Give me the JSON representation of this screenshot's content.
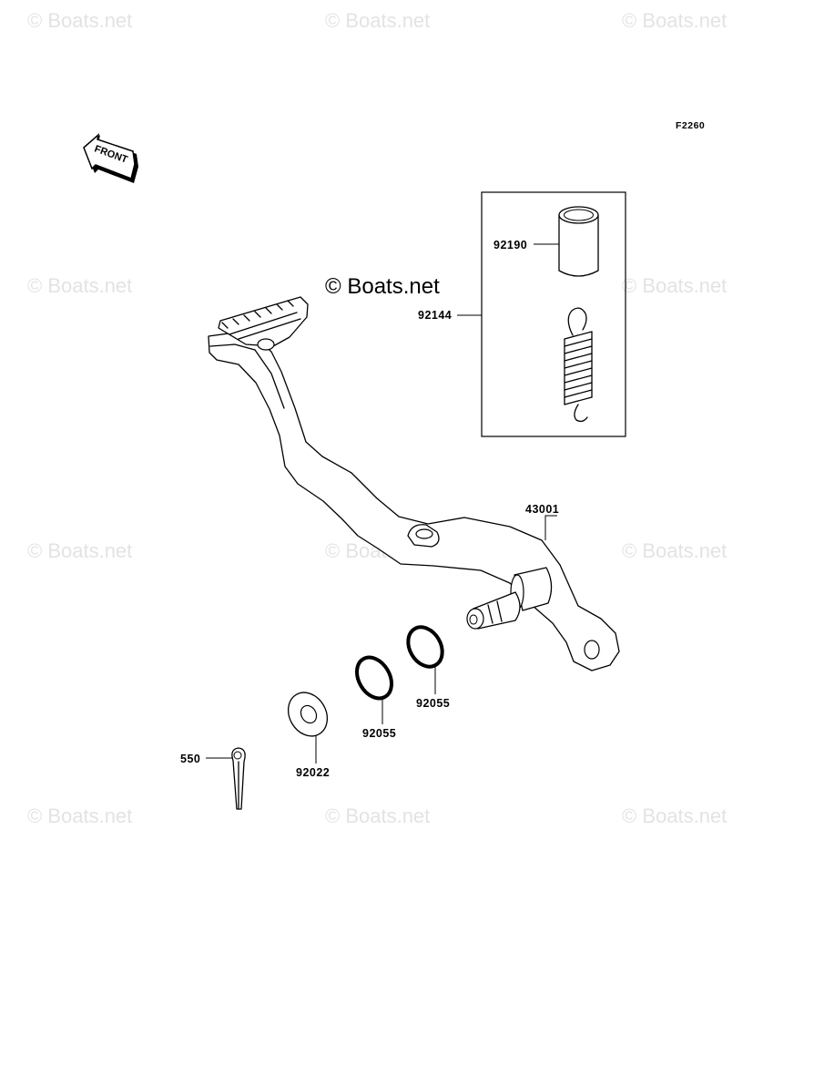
{
  "figure_code": "F2260",
  "front_arrow_label": "FRONT",
  "watermark": {
    "repeat_text": "© Boats.net",
    "main_text": "© Boats.net"
  },
  "parts": [
    {
      "id": "p43001",
      "number": "43001"
    },
    {
      "id": "p92190",
      "number": "92190"
    },
    {
      "id": "p92144",
      "number": "92144"
    },
    {
      "id": "p92055a",
      "number": "92055"
    },
    {
      "id": "p92055b",
      "number": "92055"
    },
    {
      "id": "p92022",
      "number": "92022"
    },
    {
      "id": "p550",
      "number": "550"
    }
  ]
}
